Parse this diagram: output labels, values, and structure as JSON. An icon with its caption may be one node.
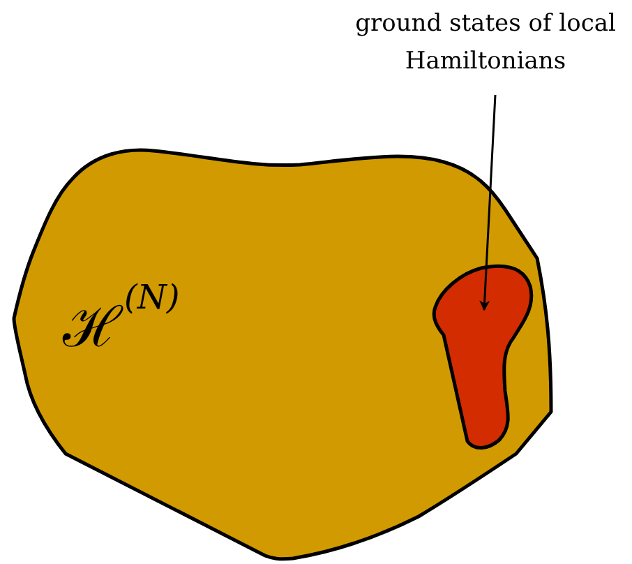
{
  "diagram": {
    "nodes": [
      {
        "text": [
          "ℋ$^{(N)}$"
        ]
      },
      {
        "text": [],
        "shape": "blob",
        "in": 0
      },
      {
        "text": [
          "ground states of local Hamiltonians"
        ]
      }
    ],
    "edges": [
      {
        "from": 2,
        "to": 1,
        "arrow": "to"
      }
    ]
  }
}
